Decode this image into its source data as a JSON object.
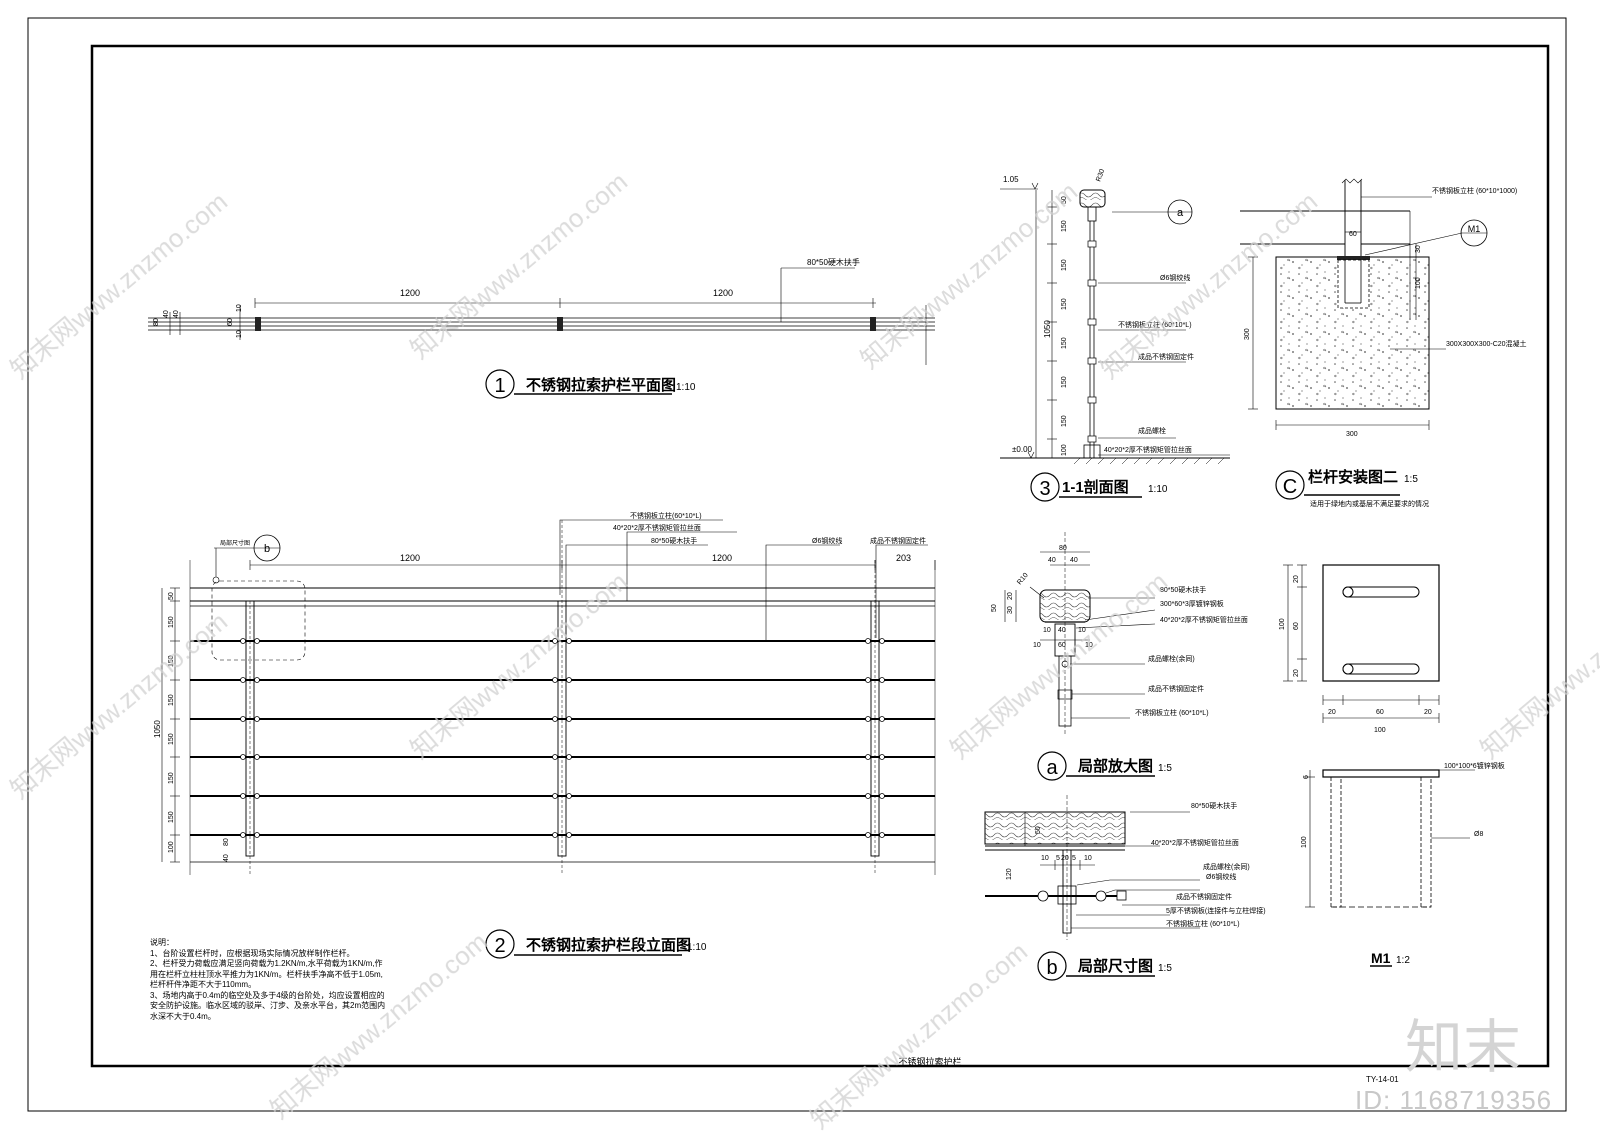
{
  "sheet": {
    "footer_title": "不锈钢拉索护栏",
    "sheet_code": "TY-14-01"
  },
  "watermark": {
    "site_text": "知末网www.znzmo.com",
    "logo": "知末",
    "id": "ID: 1168719356"
  },
  "plan": {
    "num": "1",
    "title": "不锈钢拉索护栏平面图",
    "scale": "1:10",
    "handrail": "80*50硬木扶手",
    "span1": "1200",
    "span2": "1200",
    "dims_left": [
      "80",
      "40",
      "40"
    ],
    "dims_small": [
      "60",
      "10",
      "10"
    ]
  },
  "elevation": {
    "num": "2",
    "title": "不锈钢拉索护栏段立面图",
    "scale": "1:10",
    "span1": "1200",
    "span2": "1200",
    "span3": "203",
    "total_height": "1050",
    "seg_top": "50",
    "seg": [
      "150",
      "150",
      "150",
      "150",
      "150",
      "150",
      "100"
    ],
    "base_dims": [
      "80",
      "40"
    ],
    "local_note": "局部尺寸图",
    "detail_ref": "b",
    "labels": [
      "不锈钢板立柱(60*10*L)",
      "40*20*2厚不锈钢矩管拉丝面",
      "80*50硬木扶手",
      "Ø6钢绞线",
      "成品不锈钢固定件"
    ]
  },
  "section": {
    "num": "3",
    "title": "1-1剖面图",
    "scale": "1:10",
    "elev_top": "1.05",
    "elev_bottom": "±0.00",
    "radius": "R30",
    "total": "1050",
    "dims": [
      "50",
      "150",
      "150",
      "150",
      "150",
      "150",
      "150",
      "100"
    ],
    "detail_ref": "a",
    "labels": [
      "Ø6钢绞线",
      "不锈钢板立柱 (60*10*L)",
      "成品不锈钢固定件",
      "成品螺栓",
      "40*20*2厚不锈钢矩管拉丝面"
    ]
  },
  "install": {
    "num": "C",
    "title": "栏杆安装图二",
    "scale": "1:5",
    "subnote": "适用于绿地内或基层不满足要求的情况",
    "top_label": "不锈钢板立柱 (60*10*1000)",
    "ref": "M1",
    "concrete": "300X300X300-C20混凝土",
    "dim_w": "300",
    "dim_h": "300",
    "dim_60": "60",
    "dim_30": "30",
    "dim_100": "100"
  },
  "detail_a": {
    "num": "a",
    "title": "局部放大图",
    "scale": "1:5",
    "top_dims": [
      "40",
      "40",
      "80"
    ],
    "radius": "R10",
    "left_dims": [
      "50",
      "30",
      "20"
    ],
    "mid_dims": [
      "10",
      "40",
      "10",
      "10",
      "60",
      "10"
    ],
    "labels": [
      "80*50硬木扶手",
      "300*60*3厚镀锌钢板",
      "40*20*2厚不锈钢矩管拉丝面",
      "成品螺栓(余同)",
      "成品不锈钢固定件",
      "不锈钢板立柱 (60*10*L)"
    ]
  },
  "detail_b": {
    "num": "b",
    "title": "局部尺寸图",
    "scale": "1:5",
    "dims": [
      "50",
      "10",
      "5",
      "20",
      "5",
      "10",
      "120"
    ],
    "labels": [
      "80*50硬木扶手",
      "40*20*2厚不锈钢矩管拉丝面",
      "成品螺栓(余同)",
      "Ø6钢绞线",
      "成品不锈钢固定件",
      "5厚不锈钢板(连接件与立柱焊接)",
      "不锈钢板立柱 (60*10*L)"
    ]
  },
  "m1": {
    "title": "M1",
    "scale": "1:2",
    "plate": "100*100*6镀锌钢板",
    "anchor": "Ø8",
    "dims_v": [
      "20",
      "60",
      "20",
      "100"
    ],
    "dims_h": [
      "20",
      "60",
      "20",
      "100"
    ],
    "side_dims": [
      "6",
      "100"
    ]
  },
  "notes": {
    "heading": "说明：",
    "items": [
      "1、台阶设置栏杆时，应根据现场实际情况放样制作栏杆。",
      "2、栏杆受力荷载应满足竖向荷载为1.2KN/m,水平荷载为1KN/m,作用在栏杆立柱柱顶水平推力为1KN/m。栏杆扶手净高不低于1.05m,栏杆杆件净距不大于110mm。",
      "3、场地内高于0.4m的临空处及多于4级的台阶处，均应设置相应的安全防护设施。临水区域的驳岸、汀步、及亲水平台，其2m范围内水深不大于0.4m。"
    ]
  },
  "colors": {
    "line": "#000000",
    "watermark": "#d0d0d0"
  }
}
